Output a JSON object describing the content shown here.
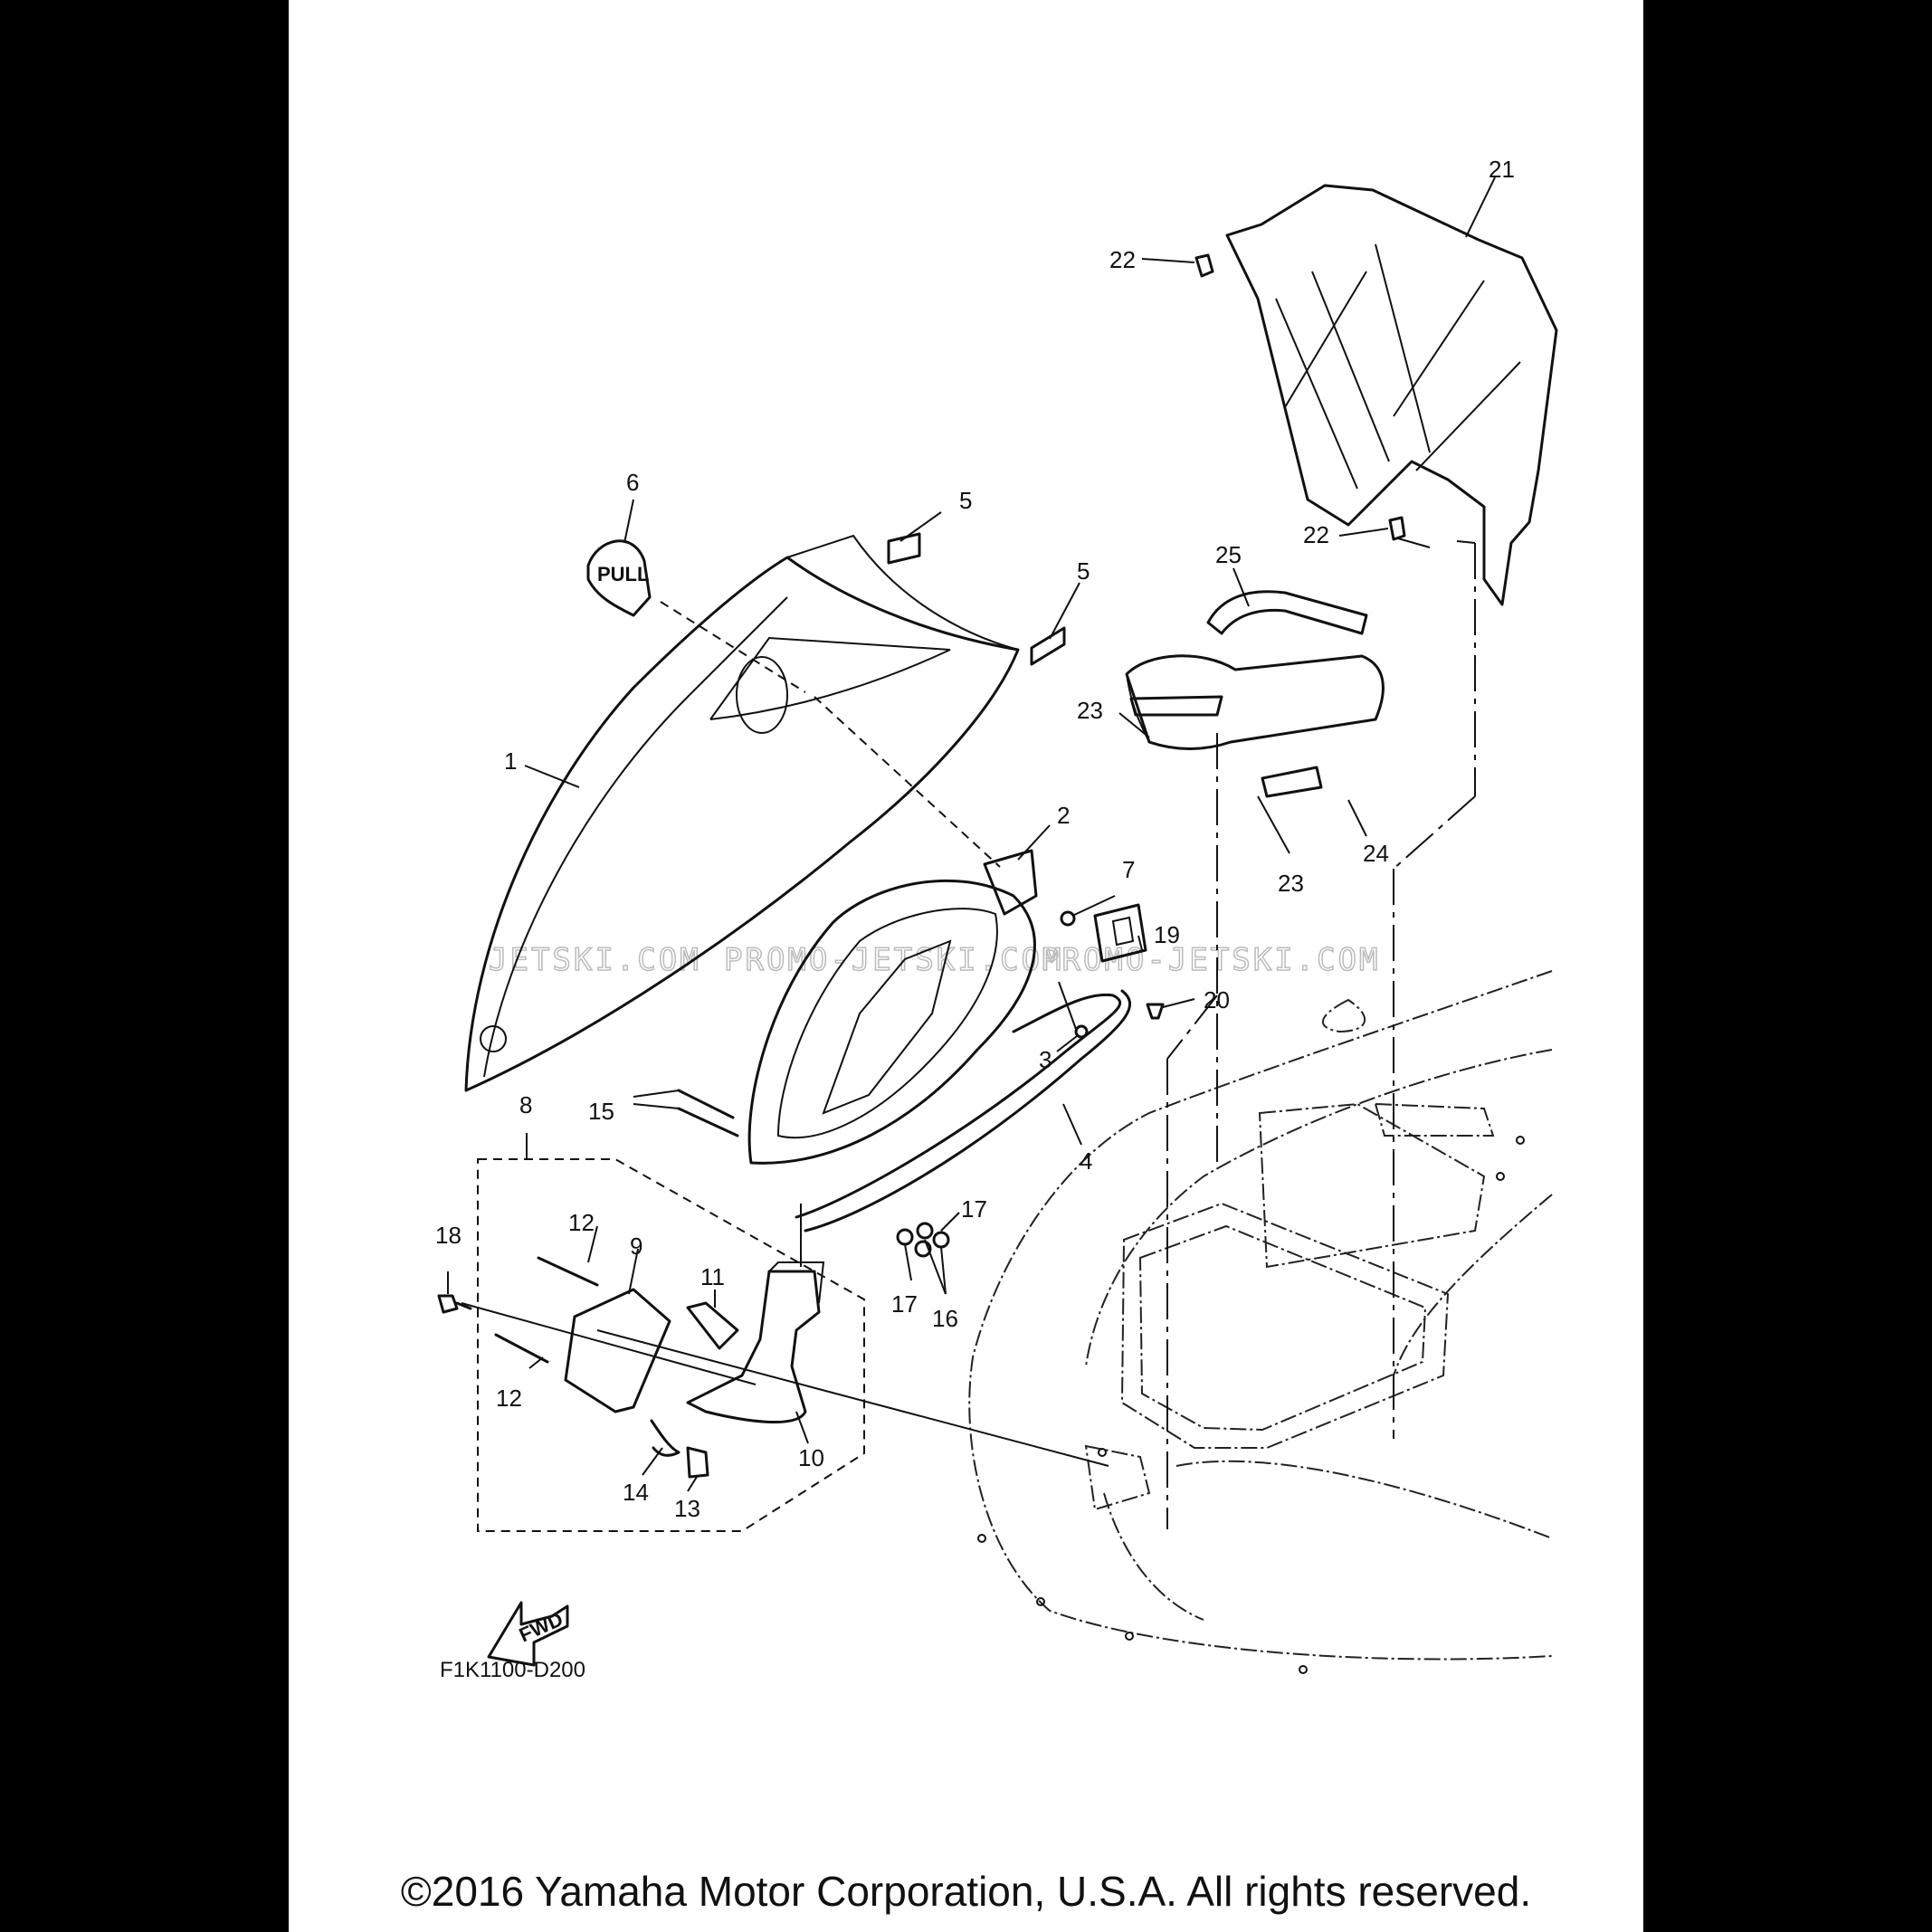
{
  "diagram": {
    "callouts": [
      {
        "id": "c1",
        "text": "1"
      },
      {
        "id": "c2",
        "text": "2"
      },
      {
        "id": "c3",
        "text": "3"
      },
      {
        "id": "c4",
        "text": "4"
      },
      {
        "id": "c5a",
        "text": "5"
      },
      {
        "id": "c5b",
        "text": "5"
      },
      {
        "id": "c6",
        "text": "6"
      },
      {
        "id": "c7",
        "text": "7"
      },
      {
        "id": "c8",
        "text": "8"
      },
      {
        "id": "c9",
        "text": "9"
      },
      {
        "id": "c10",
        "text": "10"
      },
      {
        "id": "c11",
        "text": "11"
      },
      {
        "id": "c12a",
        "text": "12"
      },
      {
        "id": "c12b",
        "text": "12"
      },
      {
        "id": "c13",
        "text": "13"
      },
      {
        "id": "c14",
        "text": "14"
      },
      {
        "id": "c15",
        "text": "15"
      },
      {
        "id": "c16",
        "text": "16"
      },
      {
        "id": "c17a",
        "text": "17"
      },
      {
        "id": "c17b",
        "text": "17"
      },
      {
        "id": "c18",
        "text": "18"
      },
      {
        "id": "c19",
        "text": "19"
      },
      {
        "id": "c20",
        "text": "20"
      },
      {
        "id": "c21",
        "text": "21"
      },
      {
        "id": "c22a",
        "text": "22"
      },
      {
        "id": "c22b",
        "text": "22"
      },
      {
        "id": "c23a",
        "text": "23"
      },
      {
        "id": "c23b",
        "text": "23"
      },
      {
        "id": "c24",
        "text": "24"
      },
      {
        "id": "c25",
        "text": "25"
      }
    ],
    "fwd_label": "FWD",
    "pull_label": "PULL",
    "drawing_code": "F1K1100-D200",
    "watermarks": [
      "JETSKI.COM",
      "PROMO-JETSKI.COM",
      "PROMO-JETSKI.COM"
    ]
  },
  "footer": {
    "copyright": "©2016 Yamaha Motor Corporation, U.S.A. All rights reserved."
  }
}
